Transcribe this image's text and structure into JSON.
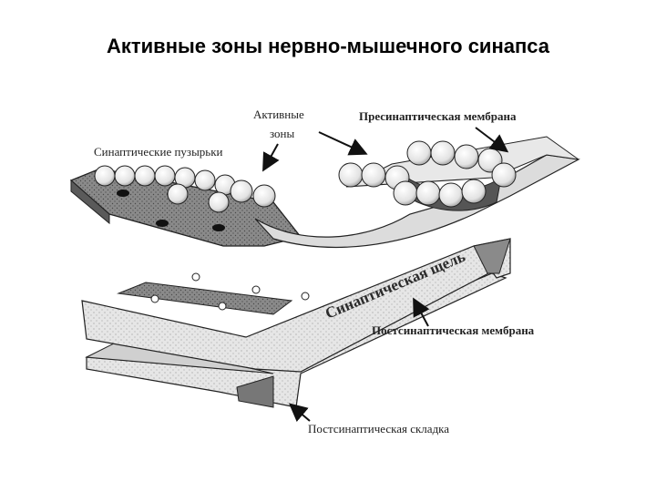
{
  "slide": {
    "title": "Активные зоны нервно-мышечного синапса"
  },
  "diagram": {
    "labels": {
      "active_zones_line1": "Активные",
      "active_zones_line2": "зоны",
      "synaptic_vesicles": "Синаптические пузырьки",
      "presynaptic_membrane": "Пресинаптическая мембрана",
      "synaptic_cleft": "Синаптическая щель",
      "postsynaptic_membrane": "Постсинаптическая мембрана",
      "postsynaptic_fold": "Постсинаптическая складка"
    },
    "colors": {
      "membrane_dark": "#6f6f6f",
      "membrane_light": "#d9d9d9",
      "vesicle": "#f2f2f2",
      "outline": "#222222"
    }
  }
}
